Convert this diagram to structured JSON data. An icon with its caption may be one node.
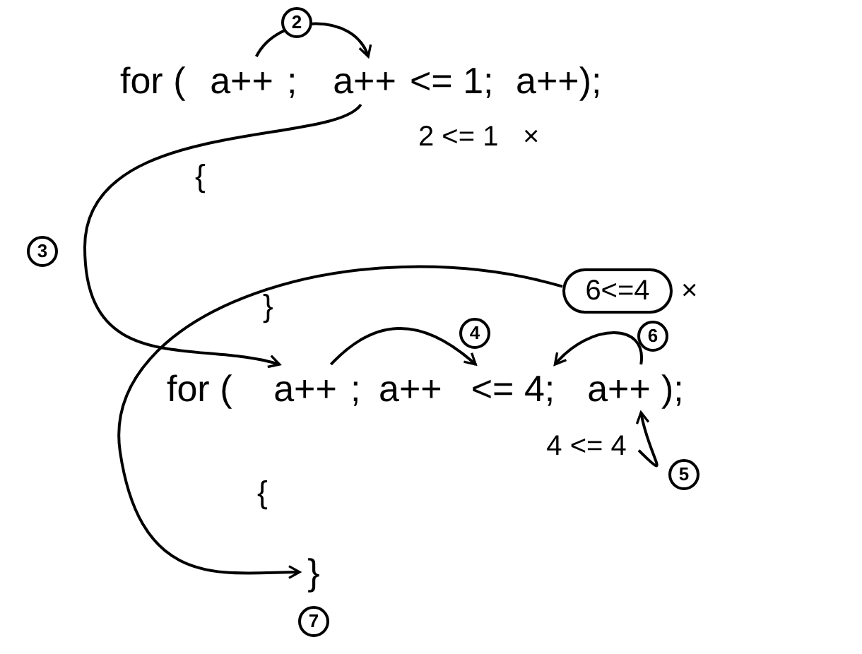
{
  "diagram": {
    "nodes": [
      {
        "text": [
          "a++"
        ]
      },
      {
        "text": [
          "a++"
        ]
      },
      {
        "text": [
          "6<=4"
        ],
        "beside": [
          "×"
        ]
      },
      {
        "text": [
          "a++"
        ]
      },
      {
        "text": [
          "<= 4;"
        ]
      },
      {
        "text": [
          "a++"
        ]
      },
      {
        "text": [
          "4 <= 4"
        ]
      },
      {
        "text": [
          "}"
        ]
      }
    ],
    "edges": [
      {
        "from": 0,
        "to": 1,
        "arrow": "to",
        "label": "2"
      },
      {
        "from": 1,
        "to": 3,
        "arrow": "to",
        "label": "3"
      },
      {
        "from": 3,
        "to": 4,
        "arrow": "to",
        "label": "4"
      },
      {
        "from": 6,
        "to": 5,
        "arrow": "to",
        "label": "5"
      },
      {
        "from": 5,
        "to": 4,
        "arrow": "to",
        "label": "6"
      },
      {
        "from": 2,
        "to": 7,
        "arrow": "to",
        "label": "7"
      }
    ],
    "labels": [
      "for (",
      ";",
      "<= 1;",
      "a++);",
      "2 <= 1",
      "×",
      "{",
      "}",
      "for (",
      ";",
      "a++",
      ");",
      "{"
    ]
  }
}
